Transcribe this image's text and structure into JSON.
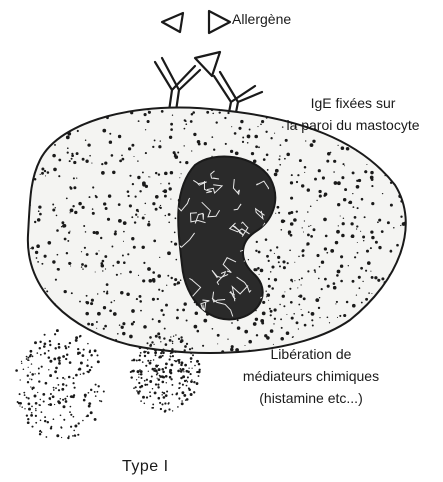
{
  "diagram": {
    "allergen_label": "Allergène",
    "ige_label": [
      "IgE fixées sur",
      "la paroi du mastocyte"
    ],
    "release_label": [
      "Libération de",
      "médiateurs chimiques",
      "(histamine etc...)"
    ],
    "caption": "Type I"
  },
  "colors": {
    "ink": "#1a1a1a",
    "nucleus": "#2a2a2a",
    "cell_fill": "#f4f4f2",
    "background": "#ffffff"
  }
}
